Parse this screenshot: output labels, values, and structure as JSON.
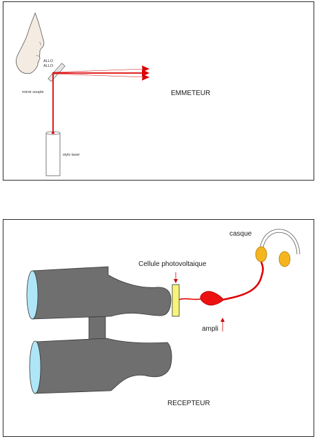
{
  "emitter_panel": {
    "title": "EMMETEUR",
    "speech_line_1": "ALLO",
    "speech_line_2": "ALLO",
    "mirror_label": "miroir souple",
    "laser_label": "stylo laser"
  },
  "receiver_panel": {
    "title": "RECEPTEUR",
    "photocell_label": "Cellule photovoltaique",
    "headphones_label": "casque",
    "amplifier_label": "ampli"
  },
  "colors": {
    "beam_red": "#dd0000",
    "binocular_gray": "#6f6f6f",
    "lens_blue": "#aee6f7",
    "photocell_yellow": "#f6f57a",
    "earcup_orange": "#f5b51e",
    "amp_red": "#ee1111"
  }
}
